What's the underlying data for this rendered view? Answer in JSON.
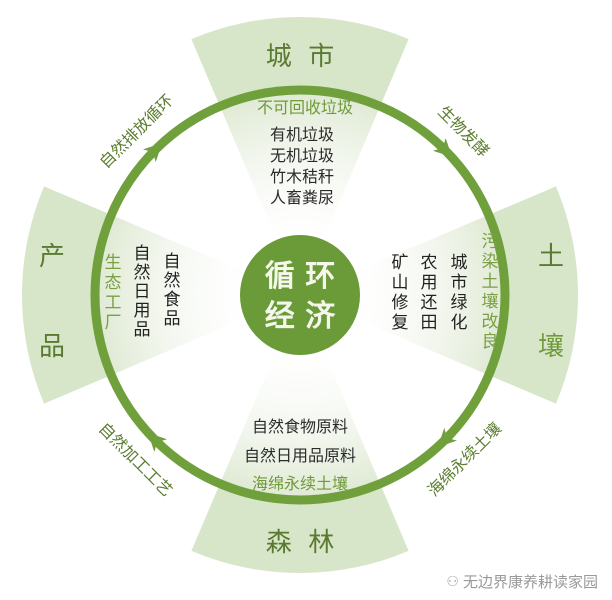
{
  "colors": {
    "outer_wedge": "#d7e6c9",
    "inner_wedge": "#e6efdc",
    "ring": "#6fa03c",
    "center_circle": "#6b9a39",
    "center_text": "#f4f7ea",
    "title_text": "#5b7d30",
    "green_text": "#7aa043",
    "dark_text": "#222222"
  },
  "center": {
    "line1": "循 环",
    "line2": "经 济"
  },
  "sectors": {
    "top": {
      "outer_label": "城  市",
      "header": "不可回收垃圾",
      "items": [
        "有机垃圾",
        "无机垃圾",
        "竹木秸秆",
        "人畜粪尿"
      ]
    },
    "right": {
      "outer_label_1": "土",
      "outer_label_2": "壤",
      "header": "污染土壤改良",
      "columns": [
        "城市绿化",
        "农用还田",
        "矿山修复"
      ]
    },
    "bottom": {
      "outer_label": "森  林",
      "items": [
        "自然食物原料",
        "自然日用品原料"
      ],
      "footer": "海绵永续土壤"
    },
    "left": {
      "outer_label_1": "产",
      "outer_label_2": "品",
      "header": "生态工厂",
      "columns": [
        "自然日用品",
        "自然食品"
      ]
    }
  },
  "flows": {
    "top_left": "自然排放循环",
    "top_right": "生物发酵",
    "bottom_right": "海绵永续土壤",
    "bottom_left": "自然加工工艺"
  },
  "watermark": {
    "icon": "wechat-icon",
    "text": "无边界康养耕读家园"
  }
}
